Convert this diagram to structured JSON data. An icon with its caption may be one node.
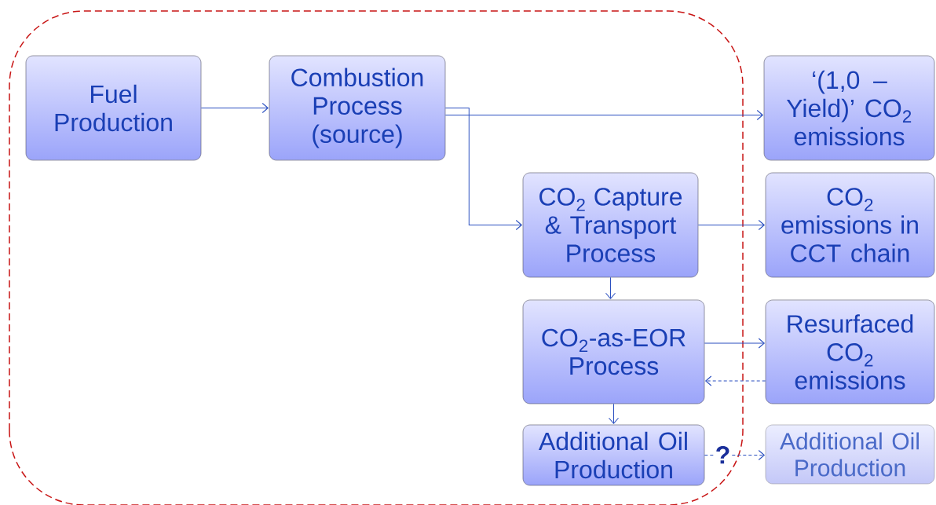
{
  "diagram": {
    "nodes": [
      {
        "text": [
          "Fuel Production"
        ]
      },
      {
        "text": [
          "Combustion Process (source)"
        ]
      },
      {
        "text": [
          "‘(1,0 – Yield)’ CO$_{2}$ emissions"
        ]
      },
      {
        "text": [
          "CO$_{2}$ Capture & Transport Process"
        ]
      },
      {
        "text": [
          "CO$_{2}$ emissions in CCT chain"
        ]
      },
      {
        "text": [
          "CO$_{2}$-as-EOR Process"
        ]
      },
      {
        "text": [
          "Resurfaced CO$_{2}$ emissions"
        ]
      },
      {
        "text": [
          "Additional Oil Production"
        ]
      },
      {
        "text": [
          "Additional Oil Production"
        ]
      }
    ],
    "edges": [
      {
        "from": 0,
        "to": 1,
        "arrow": "to"
      },
      {
        "from": 1,
        "to": 2,
        "arrow": "to"
      },
      {
        "from": 1,
        "to": 3,
        "arrow": "to"
      },
      {
        "from": 3,
        "to": 4,
        "arrow": "to"
      },
      {
        "from": 3,
        "to": 5,
        "arrow": "to"
      },
      {
        "from": 5,
        "to": 6,
        "arrow": "to"
      },
      {
        "from": 6,
        "to": 5,
        "arrow": "to",
        "style": "dashed"
      },
      {
        "from": 5,
        "to": 7,
        "arrow": "to"
      },
      {
        "from": 7,
        "to": 8,
        "arrow": "to",
        "style": "dashed",
        "label": "?"
      }
    ]
  }
}
